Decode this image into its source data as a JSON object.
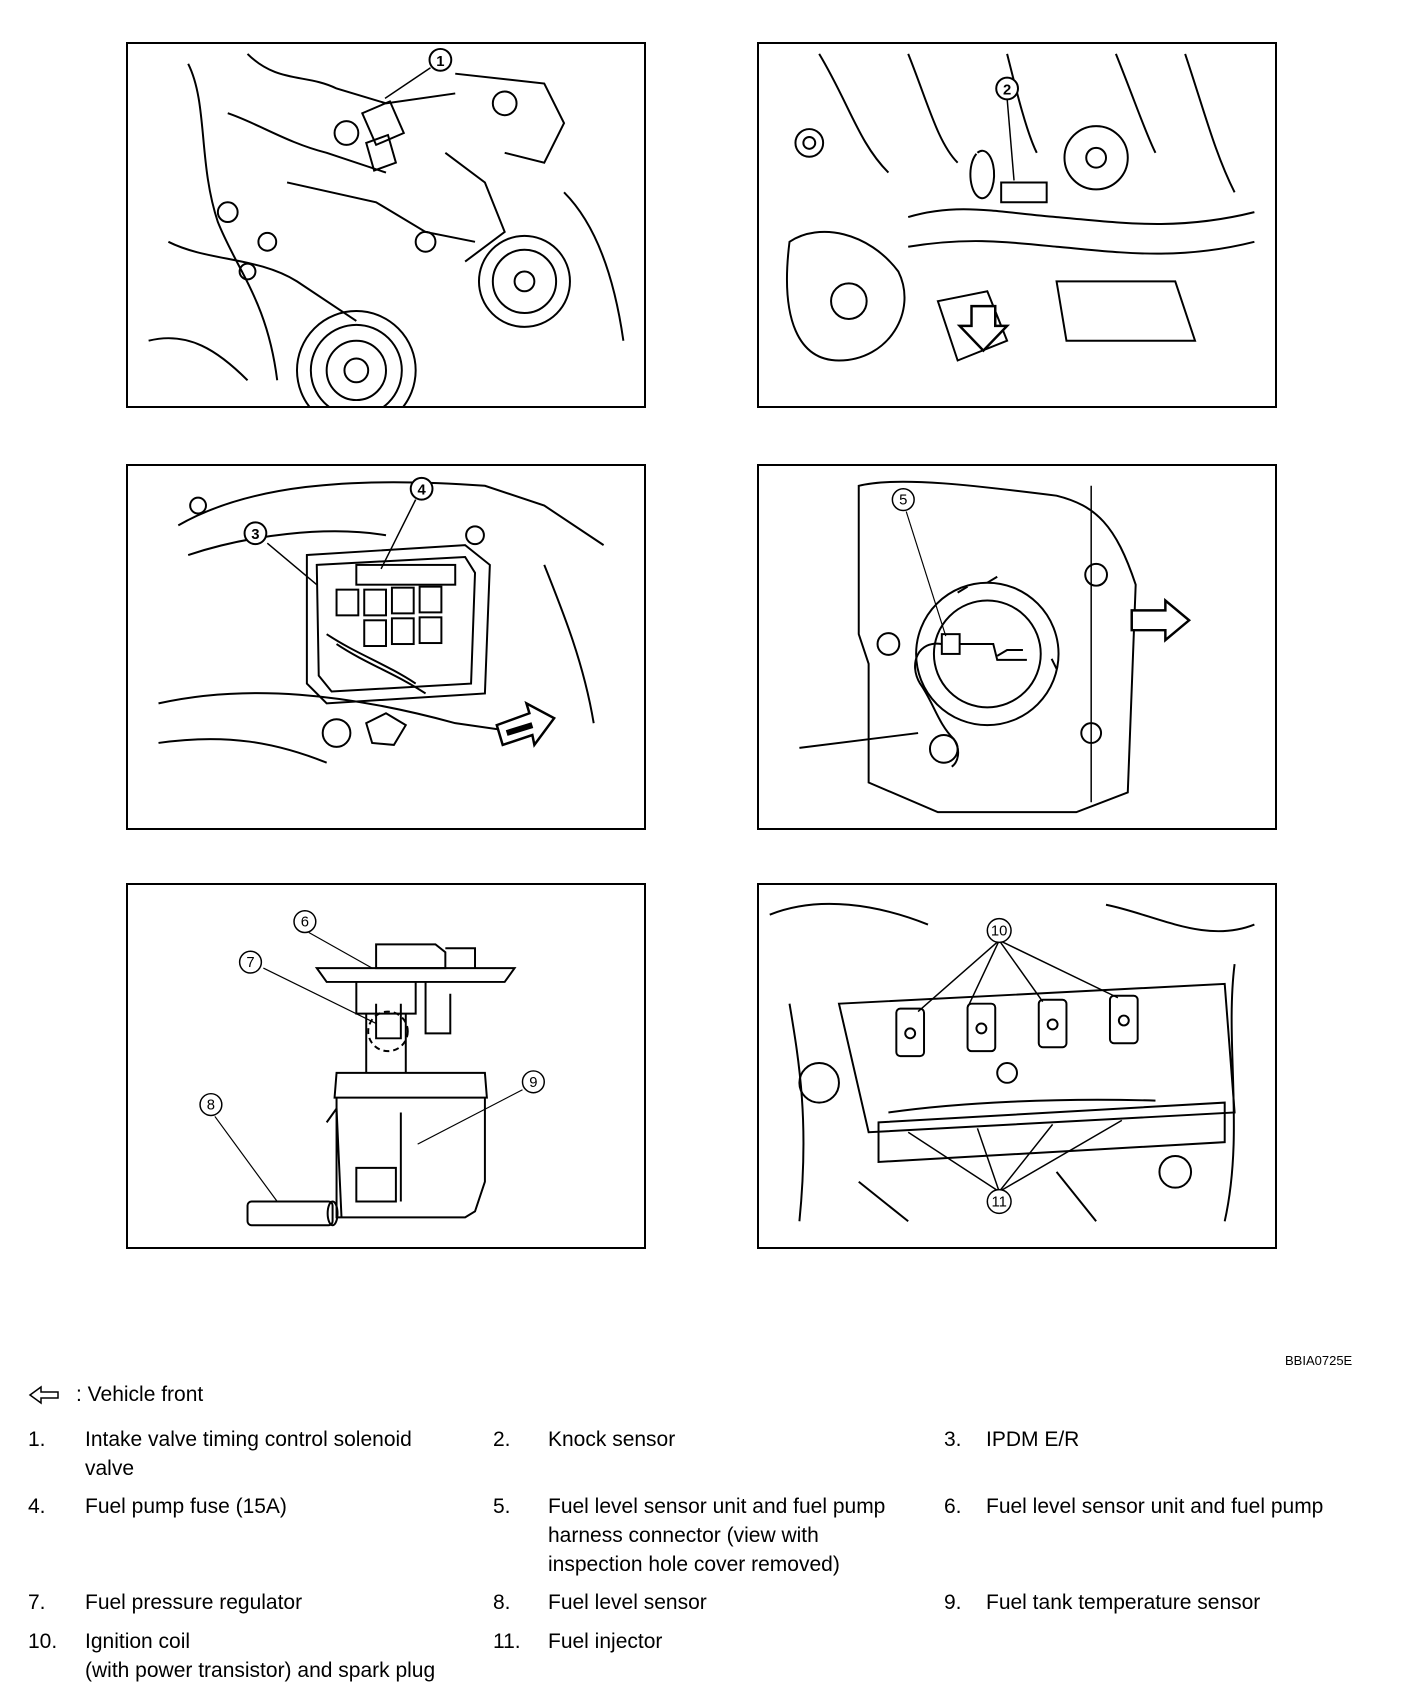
{
  "figure_code": "BBIA0725E",
  "callouts": {
    "p1": "1",
    "p2": "2",
    "p3a": "3",
    "p3b": "4",
    "p4": "5",
    "p5a": "6",
    "p5b": "7",
    "p5c": "8",
    "p5d": "9",
    "p6a": "10",
    "p6b": "11"
  },
  "front_legend": ": Vehicle front",
  "legend": [
    {
      "num": "1.",
      "text": "Intake valve timing control solenoid\nvalve"
    },
    {
      "num": "2.",
      "text": "Knock sensor"
    },
    {
      "num": "3.",
      "text": "IPDM E/R"
    },
    {
      "num": "4.",
      "text": "Fuel pump fuse (15A)"
    },
    {
      "num": "5.",
      "text": "Fuel level sensor unit and fuel pump\nharness connector (view with\ninspection hole cover removed)"
    },
    {
      "num": "6.",
      "text": "Fuel level sensor unit and fuel pump"
    },
    {
      "num": "7.",
      "text": "Fuel pressure regulator"
    },
    {
      "num": "8.",
      "text": "Fuel level sensor"
    },
    {
      "num": "9.",
      "text": "Fuel tank temperature sensor"
    },
    {
      "num": "10.",
      "text": "Ignition coil\n(with power transistor) and spark plug"
    },
    {
      "num": "11.",
      "text": "Fuel injector"
    }
  ]
}
